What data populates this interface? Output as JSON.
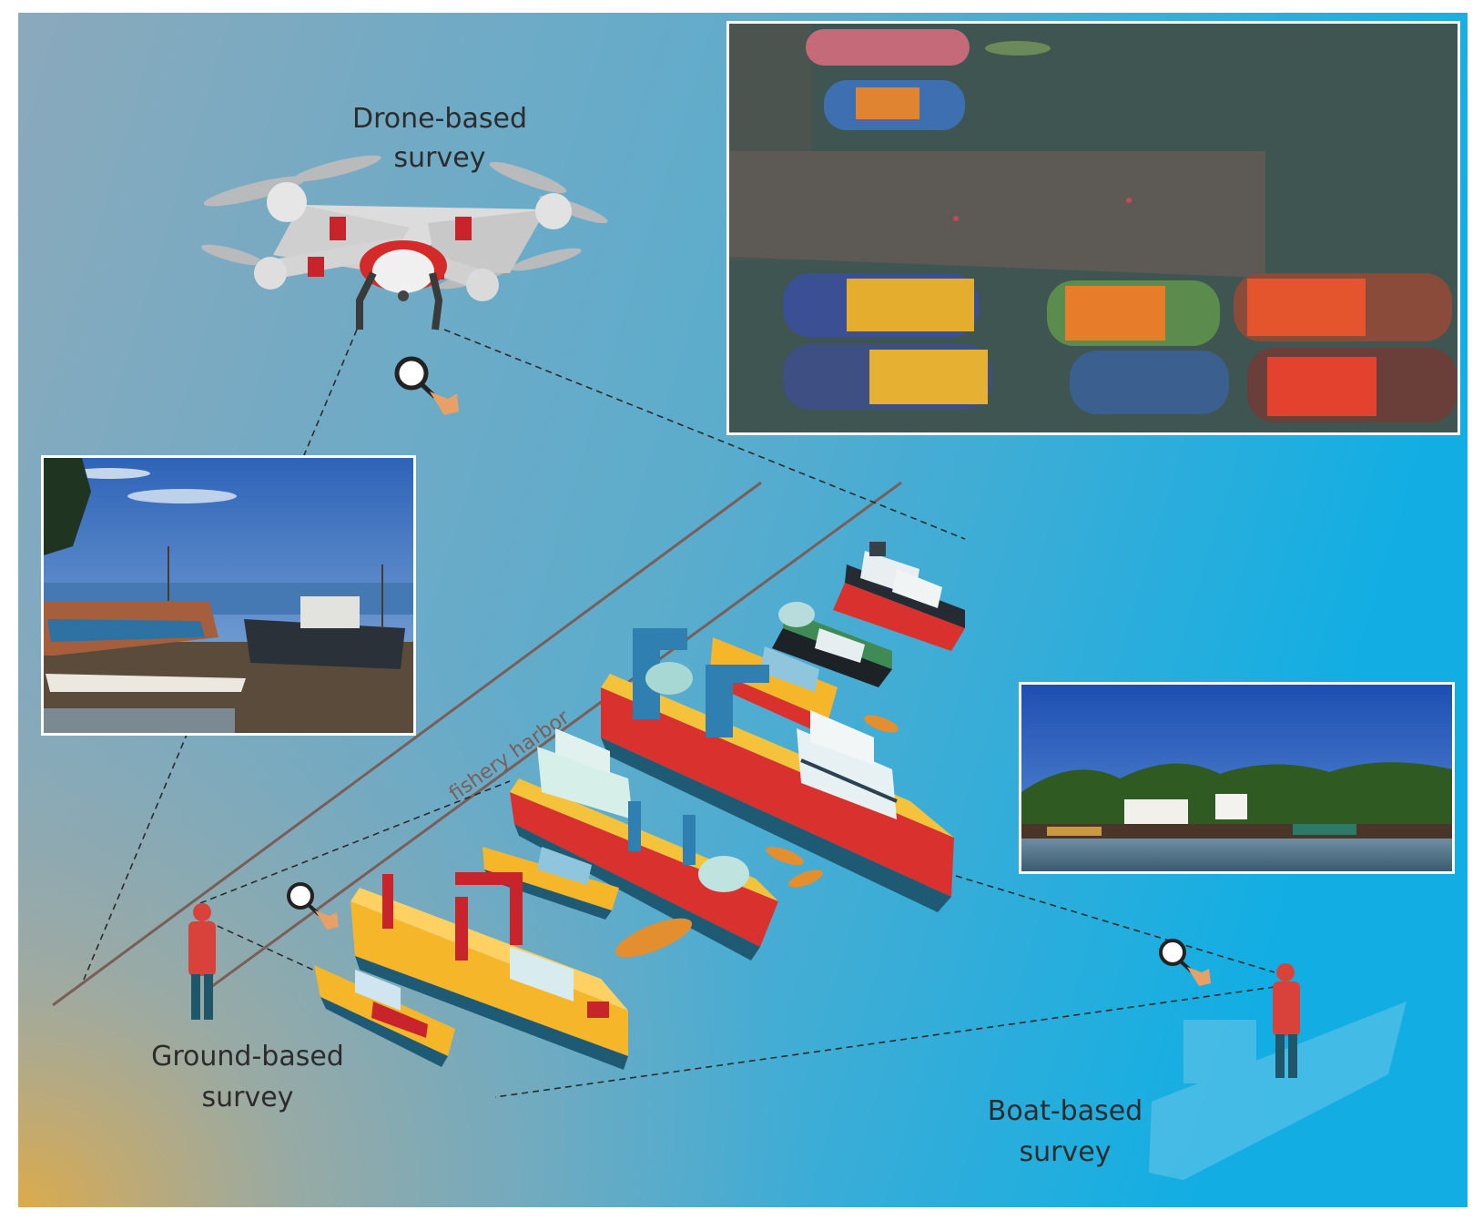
{
  "labels": {
    "drone": [
      "Drone-based",
      "survey"
    ],
    "ground": [
      "Ground-based",
      "survey"
    ],
    "boat": [
      "Boat-based",
      "survey"
    ],
    "harbor": "fishery harbor"
  },
  "colors": {
    "bg_top": "#7fa2b8",
    "bg_right": "#16ace0",
    "bg_corner": "#d9ab4e",
    "hull_red": "#d9322e",
    "hull_yellow": "#f6b62a",
    "cabin_white": "#e3ecee",
    "person_red": "#d8423a",
    "person_teal": "#1f5669"
  },
  "photos": {
    "aerial": "aerial view of fishing boats moored at a pier",
    "ground": "fishing boats beached at low tide",
    "boat": "harbor waterfront with moored fishing boats"
  },
  "icons": [
    "drone-icon",
    "magnifier-icon",
    "person-icon",
    "boat-silhouette-icon"
  ]
}
